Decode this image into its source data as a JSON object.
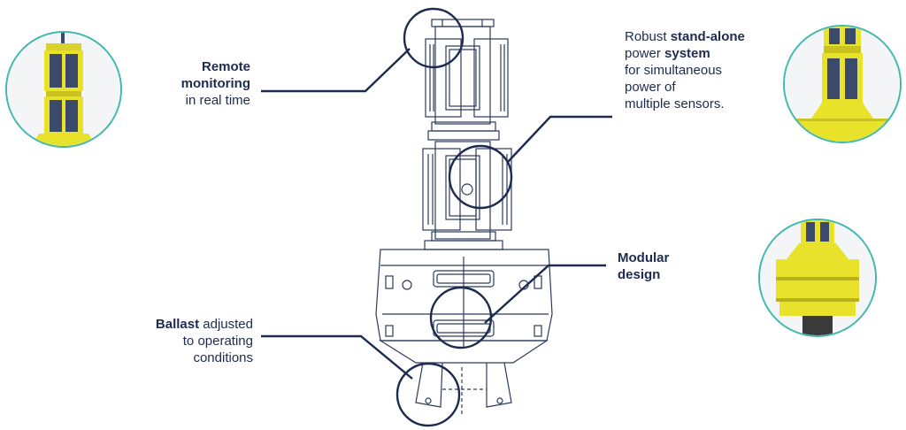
{
  "callouts": {
    "remote": {
      "bold": "Remote monitoring",
      "rest": "in real time"
    },
    "power": {
      "pre": "Robust ",
      "bold1": "stand-alone",
      "mid": "power ",
      "bold2": "system",
      "rest1": "for simultaneous",
      "rest2": "power of",
      "rest3": "multiple sensors."
    },
    "modular": {
      "bold": "Modular design"
    },
    "ballast": {
      "bold": "Ballast",
      "rest1": " adjusted",
      "rest2": "to operating",
      "rest3": "conditions"
    }
  },
  "thumbnails": [
    {
      "name": "Remote monitoring buoy top view"
    },
    {
      "name": "Power system buoy view"
    },
    {
      "name": "Modular base buoy view"
    }
  ],
  "colors": {
    "line": "#1d2b4f",
    "accent": "#3fb9ad",
    "buoy_yellow": "#e8e22a",
    "panel": "#3b4a6b"
  }
}
